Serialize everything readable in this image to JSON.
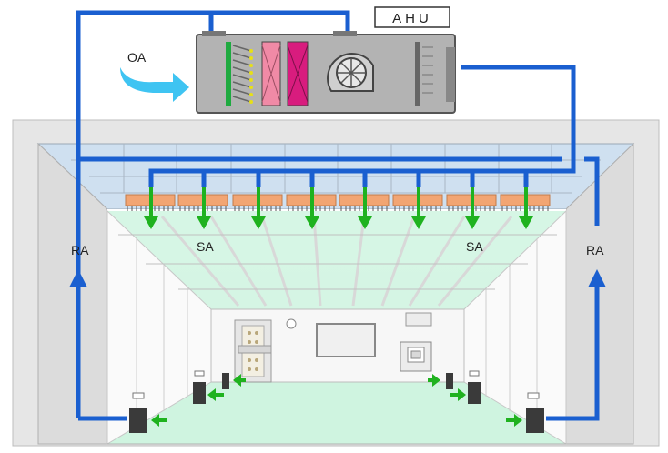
{
  "labels": {
    "ahu": "AHU",
    "oa": "OA",
    "ra_left": "RA",
    "ra_right": "RA",
    "sa_left": "SA",
    "sa_right": "SA"
  },
  "colors": {
    "duct": "#1a5fd0",
    "oa_arrow": "#3fc4f2",
    "supply_arrow": "#1fb21f",
    "return_arrow": "#1fb21f",
    "hepa_filter": "#f2a573",
    "airflow_zone": "#c8f3dc",
    "ahu_body": "#b3b3b3",
    "filter_pink": "#f08aa6",
    "coil_magenta": "#d81c7e"
  }
}
